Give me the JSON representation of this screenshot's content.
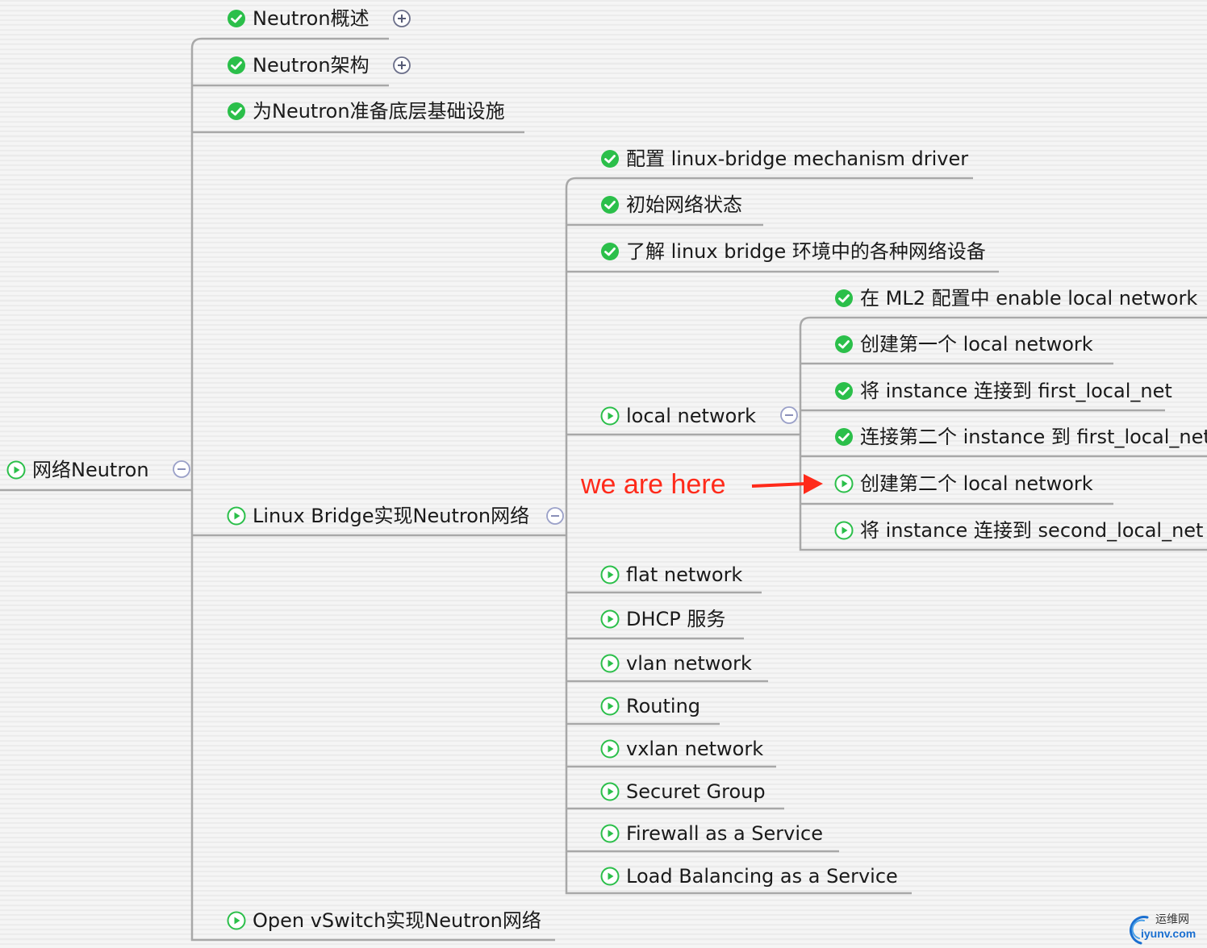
{
  "root": {
    "label": "网络Neutron",
    "icon": "play-circle-icon"
  },
  "level1": [
    {
      "label": "Neutron概述",
      "icon": "check-circle-icon",
      "toggle": "expand-icon"
    },
    {
      "label": "Neutron架构",
      "icon": "check-circle-icon",
      "toggle": "expand-icon"
    },
    {
      "label": "为Neutron准备底层基础设施",
      "icon": "check-circle-icon"
    },
    {
      "label": "Linux Bridge实现Neutron网络",
      "icon": "play-circle-icon",
      "toggle": "collapse-icon"
    },
    {
      "label": "Open vSwitch实现Neutron网络",
      "icon": "play-circle-icon"
    }
  ],
  "level2": [
    {
      "label": "配置 linux-bridge mechanism driver",
      "icon": "check-circle-icon"
    },
    {
      "label": "初始网络状态",
      "icon": "check-circle-icon"
    },
    {
      "label": "了解 linux bridge 环境中的各种网络设备",
      "icon": "check-circle-icon"
    },
    {
      "label": "local network",
      "icon": "play-circle-icon",
      "toggle": "collapse-icon"
    },
    {
      "label": "flat network",
      "icon": "play-circle-icon"
    },
    {
      "label": "DHCP 服务",
      "icon": "play-circle-icon"
    },
    {
      "label": "vlan network",
      "icon": "play-circle-icon"
    },
    {
      "label": "Routing",
      "icon": "play-circle-icon"
    },
    {
      "label": "vxlan network",
      "icon": "play-circle-icon"
    },
    {
      "label": "Securet Group",
      "icon": "play-circle-icon"
    },
    {
      "label": "Firewall as a Service",
      "icon": "play-circle-icon"
    },
    {
      "label": "Load Balancing as a Service",
      "icon": "play-circle-icon"
    }
  ],
  "level3": [
    {
      "label": "在 ML2 配置中 enable local network",
      "icon": "check-circle-icon"
    },
    {
      "label": "创建第一个 local network",
      "icon": "check-circle-icon"
    },
    {
      "label": "将 instance 连接到 first_local_net",
      "icon": "check-circle-icon"
    },
    {
      "label": "连接第二个 instance 到 first_local_net",
      "icon": "check-circle-icon"
    },
    {
      "label": "创建第二个 local network",
      "icon": "play-circle-icon"
    },
    {
      "label": "将 instance 连接到 second_local_net",
      "icon": "play-circle-icon"
    }
  ],
  "annotation": {
    "text": "we are here",
    "color": "#ff2a1a"
  },
  "watermark": {
    "cn": "运维网",
    "en": "iyunv.com"
  },
  "colors": {
    "done": "#2bbf4a",
    "in_progress": "#2bbf4a",
    "connector": "#a9a9a9",
    "annotation": "#ff2a1a"
  }
}
